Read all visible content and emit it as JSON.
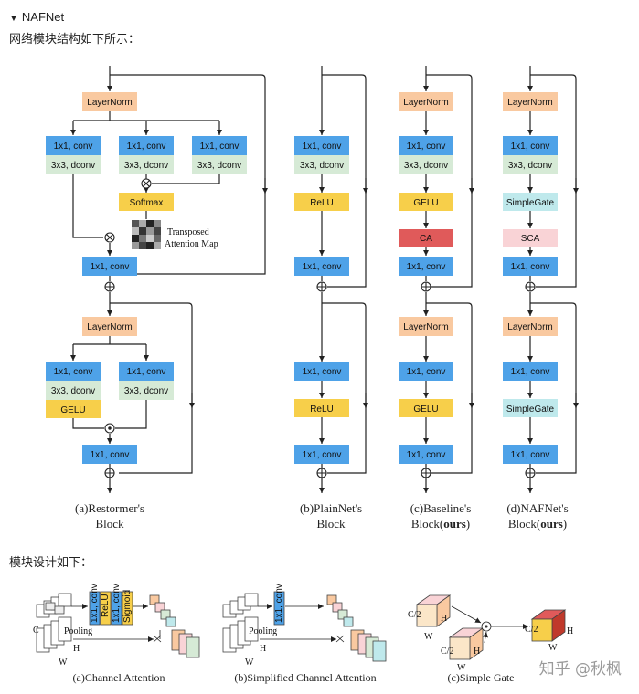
{
  "heading": "NAFNet",
  "intro": "网络模块结构如下所示：",
  "design_title": "模块设计如下：",
  "labels": {
    "layernorm": "LayerNorm",
    "conv1x1": "1x1, conv",
    "dconv3x3": "3x3, dconv",
    "softmax": "Softmax",
    "transposed": "Transposed",
    "attention_map": "Attention Map",
    "gelu": "GELU",
    "relu": "ReLU",
    "ca": "CA",
    "simplegate": "SimpleGate",
    "sca": "SCA",
    "pooling": "Pooling",
    "sigmoid": "Sigmoid",
    "c": "C",
    "h": "H",
    "w": "W",
    "c_half": "C/2"
  },
  "captions": {
    "restormer_1": "(a)Restormer's",
    "restormer_2": "Block",
    "plainnet_1": "(b)PlainNet's",
    "plainnet_2": "Block",
    "baseline_1": "(c)Baseline's",
    "baseline_2": "Block(",
    "baseline_ours": "ours",
    "baseline_3": ")",
    "nafnet_1": "(d)NAFNet's",
    "nafnet_2": "Block(",
    "nafnet_ours": "ours",
    "nafnet_3": ")",
    "ca": "(a)Channel Attention",
    "sca": "(b)Simplified Channel Attention",
    "gate": "(c)Simple Gate"
  },
  "watermark": "知乎 @秋枫",
  "colors": {
    "layernorm": "#f9c9a0",
    "conv": "#4ea2e8",
    "dconv": "#d6ead6",
    "yellow": "#f7cf4a",
    "ca": "#e05a5a",
    "sca": "#f9d3d6",
    "simplegate": "#bfe9ec",
    "attn": "#d0d0d0"
  }
}
